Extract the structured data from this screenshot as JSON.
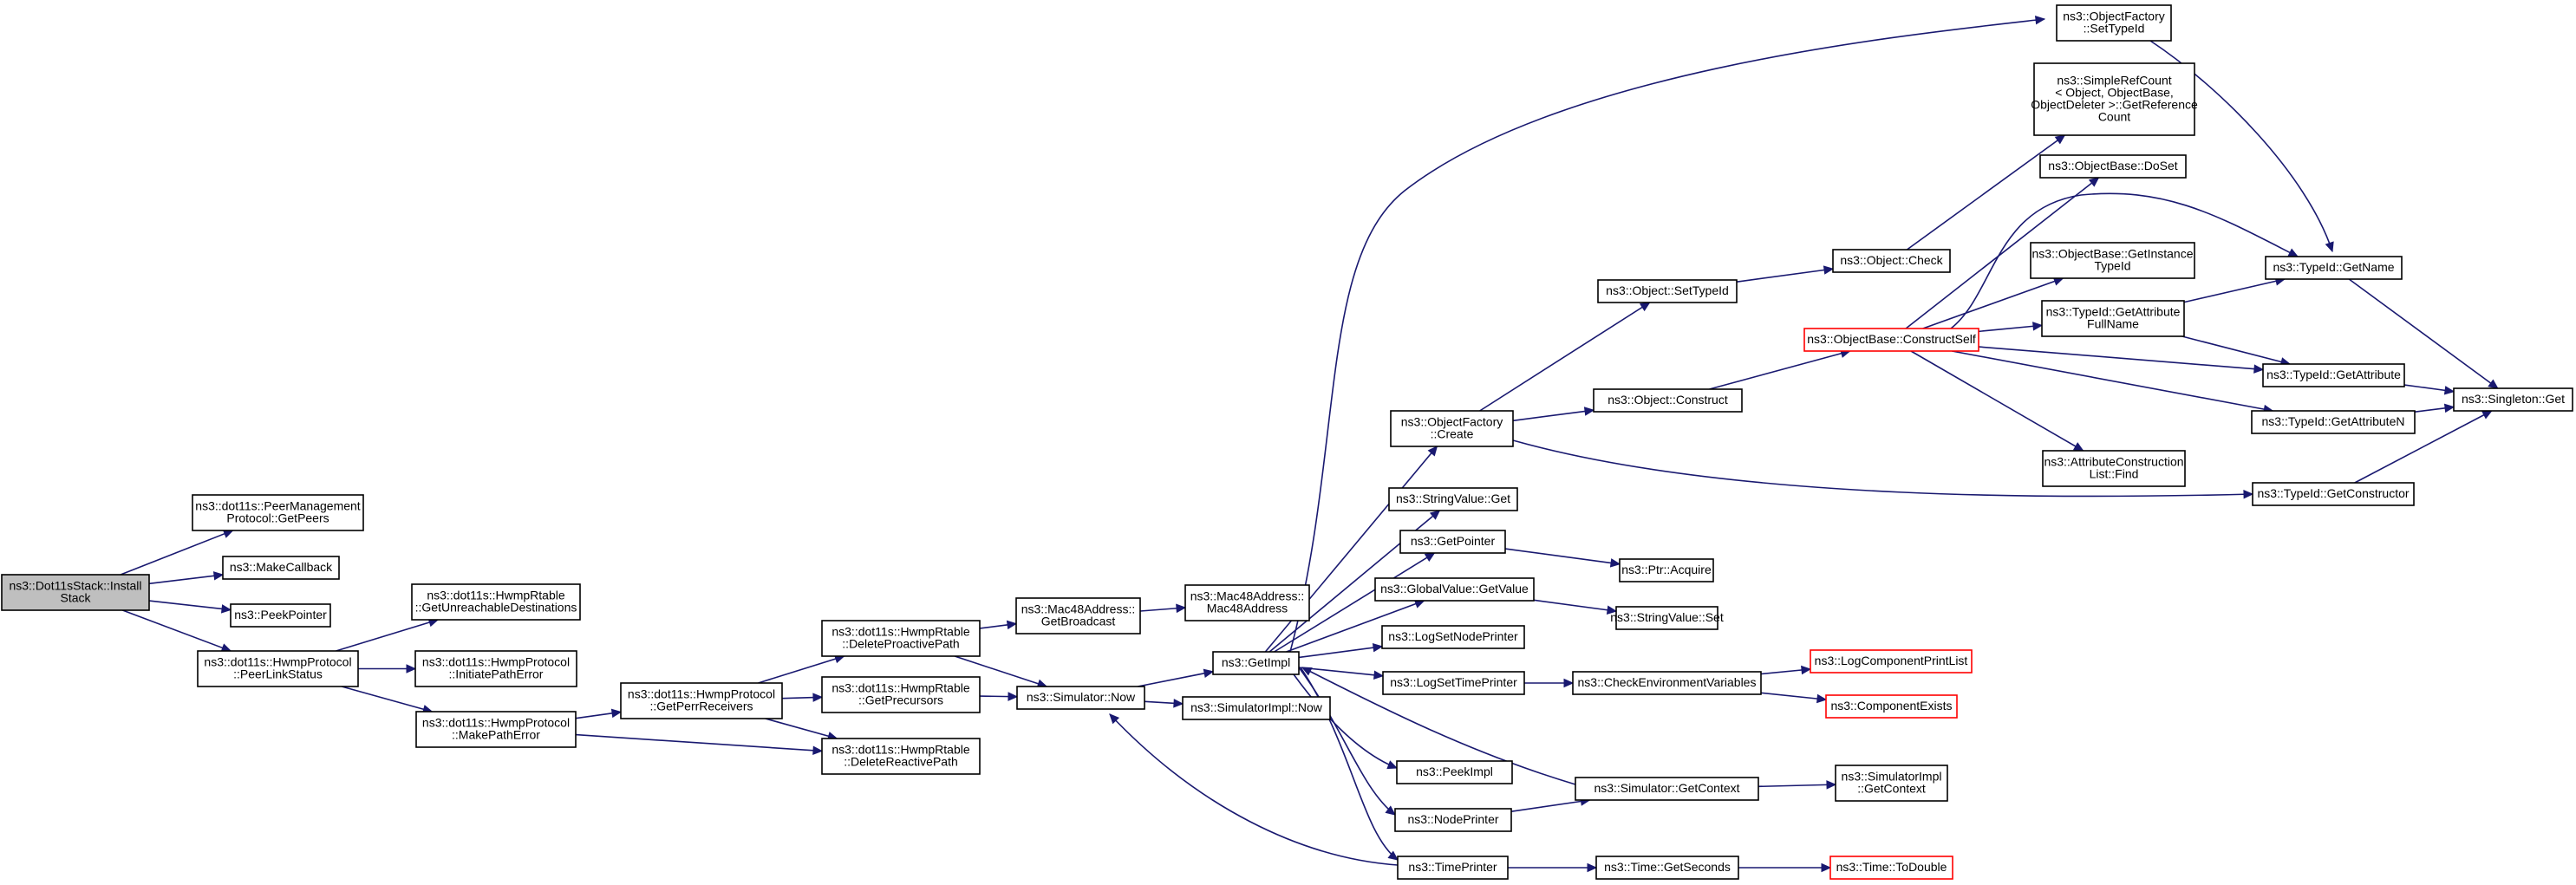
{
  "diagram": {
    "type": "call-graph",
    "colors": {
      "edge": "#191970",
      "node_border": "#000000",
      "root_fill": "#bfbfbf",
      "truncated_border": "#ff0000"
    },
    "nodes": [
      {
        "id": "root",
        "lines": [
          "ns3::Dot11sStack::Install",
          "Stack"
        ],
        "style": "root"
      },
      {
        "id": "getpeers",
        "lines": [
          "ns3::dot11s::PeerManagement",
          "Protocol::GetPeers"
        ]
      },
      {
        "id": "makecallback",
        "lines": [
          "ns3::MakeCallback"
        ]
      },
      {
        "id": "peekpointer",
        "lines": [
          "ns3::PeekPointer"
        ]
      },
      {
        "id": "peerlinkstatus",
        "lines": [
          "ns3::dot11s::HwmpProtocol",
          "::PeerLinkStatus"
        ]
      },
      {
        "id": "getunreach",
        "lines": [
          "ns3::dot11s::HwmpRtable",
          "::GetUnreachableDestinations"
        ]
      },
      {
        "id": "initpatherr",
        "lines": [
          "ns3::dot11s::HwmpProtocol",
          "::InitiatePathError"
        ]
      },
      {
        "id": "makepatherr",
        "lines": [
          "ns3::dot11s::HwmpProtocol",
          "::MakePathError"
        ]
      },
      {
        "id": "getperrrecv",
        "lines": [
          "ns3::dot11s::HwmpProtocol",
          "::GetPerrReceivers"
        ]
      },
      {
        "id": "delproactive",
        "lines": [
          "ns3::dot11s::HwmpRtable",
          "::DeleteProactivePath"
        ]
      },
      {
        "id": "getprecursors",
        "lines": [
          "ns3::dot11s::HwmpRtable",
          "::GetPrecursors"
        ]
      },
      {
        "id": "delreactive",
        "lines": [
          "ns3::dot11s::HwmpRtable",
          "::DeleteReactivePath"
        ]
      },
      {
        "id": "getbroadcast",
        "lines": [
          "ns3::Mac48Address::",
          "GetBroadcast"
        ]
      },
      {
        "id": "mac48",
        "lines": [
          "ns3::Mac48Address::",
          "Mac48Address"
        ]
      },
      {
        "id": "simnow",
        "lines": [
          "ns3::Simulator::Now"
        ]
      },
      {
        "id": "getimpl",
        "lines": [
          "ns3::GetImpl"
        ]
      },
      {
        "id": "simimplnow",
        "lines": [
          "ns3::SimulatorImpl::Now"
        ]
      },
      {
        "id": "objfactcreate",
        "lines": [
          "ns3::ObjectFactory",
          "::Create"
        ]
      },
      {
        "id": "strvalget",
        "lines": [
          "ns3::StringValue::Get"
        ]
      },
      {
        "id": "getpointer",
        "lines": [
          "ns3::GetPointer"
        ]
      },
      {
        "id": "globalvalue",
        "lines": [
          "ns3::GlobalValue::GetValue"
        ]
      },
      {
        "id": "lognodeprinter",
        "lines": [
          "ns3::LogSetNodePrinter"
        ]
      },
      {
        "id": "logtimeprinter",
        "lines": [
          "ns3::LogSetTimePrinter"
        ]
      },
      {
        "id": "peekimpl",
        "lines": [
          "ns3::PeekImpl"
        ]
      },
      {
        "id": "nodeprinter",
        "lines": [
          "ns3::NodePrinter"
        ]
      },
      {
        "id": "timeprinter",
        "lines": [
          "ns3::TimePrinter"
        ]
      },
      {
        "id": "objsettypeid",
        "lines": [
          "ns3::Object::SetTypeId"
        ]
      },
      {
        "id": "objconstruct",
        "lines": [
          "ns3::Object::Construct"
        ]
      },
      {
        "id": "ptracquire",
        "lines": [
          "ns3::Ptr::Acquire"
        ]
      },
      {
        "id": "strvalset",
        "lines": [
          "ns3::StringValue::Set"
        ]
      },
      {
        "id": "checkenv",
        "lines": [
          "ns3::CheckEnvironmentVariables"
        ]
      },
      {
        "id": "simgetctx",
        "lines": [
          "ns3::Simulator::GetContext"
        ]
      },
      {
        "id": "timegetsec",
        "lines": [
          "ns3::Time::GetSeconds"
        ]
      },
      {
        "id": "objcheck",
        "lines": [
          "ns3::Object::Check"
        ]
      },
      {
        "id": "constructself",
        "lines": [
          "ns3::ObjectBase::ConstructSelf"
        ],
        "style": "red"
      },
      {
        "id": "logcomplist",
        "lines": [
          "ns3::LogComponentPrintList"
        ],
        "style": "red"
      },
      {
        "id": "compexists",
        "lines": [
          "ns3::ComponentExists"
        ],
        "style": "red"
      },
      {
        "id": "simimplgetctx",
        "lines": [
          "ns3::SimulatorImpl",
          "::GetContext"
        ]
      },
      {
        "id": "todouble",
        "lines": [
          "ns3::Time::ToDouble"
        ],
        "style": "red"
      },
      {
        "id": "ofsettypeid",
        "lines": [
          "ns3::ObjectFactory",
          "::SetTypeId"
        ]
      },
      {
        "id": "simplerefcount",
        "lines": [
          "ns3::SimpleRefCount",
          "< Object, ObjectBase,",
          "ObjectDeleter >::GetReference",
          "Count"
        ]
      },
      {
        "id": "doset",
        "lines": [
          "ns3::ObjectBase::DoSet"
        ]
      },
      {
        "id": "getinsttypeid",
        "lines": [
          "ns3::ObjectBase::GetInstance",
          "TypeId"
        ]
      },
      {
        "id": "getattrfull",
        "lines": [
          "ns3::TypeId::GetAttribute",
          "FullName"
        ]
      },
      {
        "id": "attrconstrlist",
        "lines": [
          "ns3::AttributeConstruction",
          "List::Find"
        ]
      },
      {
        "id": "tidgetname",
        "lines": [
          "ns3::TypeId::GetName"
        ]
      },
      {
        "id": "tidgetattr",
        "lines": [
          "ns3::TypeId::GetAttribute"
        ]
      },
      {
        "id": "tidgetattrn",
        "lines": [
          "ns3::TypeId::GetAttributeN"
        ]
      },
      {
        "id": "tidgetconstr",
        "lines": [
          "ns3::TypeId::GetConstructor"
        ]
      },
      {
        "id": "singleton",
        "lines": [
          "ns3::Singleton::Get"
        ]
      }
    ],
    "edges": [
      [
        "root",
        "getpeers"
      ],
      [
        "root",
        "makecallback"
      ],
      [
        "root",
        "peekpointer"
      ],
      [
        "root",
        "peerlinkstatus"
      ],
      [
        "peerlinkstatus",
        "getunreach"
      ],
      [
        "peerlinkstatus",
        "initpatherr"
      ],
      [
        "peerlinkstatus",
        "makepatherr"
      ],
      [
        "makepatherr",
        "getperrrecv"
      ],
      [
        "makepatherr",
        "delreactive"
      ],
      [
        "getperrrecv",
        "delproactive"
      ],
      [
        "getperrrecv",
        "getprecursors"
      ],
      [
        "getperrrecv",
        "delreactive"
      ],
      [
        "delproactive",
        "getbroadcast"
      ],
      [
        "delproactive",
        "simnow"
      ],
      [
        "getprecursors",
        "simnow"
      ],
      [
        "getbroadcast",
        "mac48"
      ],
      [
        "simnow",
        "getimpl"
      ],
      [
        "simnow",
        "simimplnow"
      ],
      [
        "getimpl",
        "objfactcreate"
      ],
      [
        "getimpl",
        "strvalget"
      ],
      [
        "getimpl",
        "getpointer"
      ],
      [
        "getimpl",
        "globalvalue"
      ],
      [
        "getimpl",
        "lognodeprinter"
      ],
      [
        "getimpl",
        "logtimeprinter"
      ],
      [
        "getimpl",
        "peekimpl"
      ],
      [
        "getimpl",
        "nodeprinter"
      ],
      [
        "getimpl",
        "timeprinter"
      ],
      [
        "getimpl",
        "ofsettypeid"
      ],
      [
        "objfactcreate",
        "objsettypeid"
      ],
      [
        "objfactcreate",
        "objconstruct"
      ],
      [
        "objfactcreate",
        "tidgetconstr"
      ],
      [
        "getpointer",
        "ptracquire"
      ],
      [
        "globalvalue",
        "strvalset"
      ],
      [
        "logtimeprinter",
        "checkenv"
      ],
      [
        "checkenv",
        "logcomplist"
      ],
      [
        "checkenv",
        "compexists"
      ],
      [
        "nodeprinter",
        "simgetctx"
      ],
      [
        "simgetctx",
        "getimpl"
      ],
      [
        "simgetctx",
        "simimplgetctx"
      ],
      [
        "timeprinter",
        "simnow"
      ],
      [
        "timeprinter",
        "timegetsec"
      ],
      [
        "timegetsec",
        "todouble"
      ],
      [
        "objsettypeid",
        "objcheck"
      ],
      [
        "objcheck",
        "simplerefcount"
      ],
      [
        "objconstruct",
        "constructself"
      ],
      [
        "constructself",
        "doset"
      ],
      [
        "constructself",
        "getinsttypeid"
      ],
      [
        "constructself",
        "getattrfull"
      ],
      [
        "constructself",
        "attrconstrlist"
      ],
      [
        "constructself",
        "tidgetname"
      ],
      [
        "constructself",
        "tidgetattr"
      ],
      [
        "constructself",
        "tidgetattrn"
      ],
      [
        "ofsettypeid",
        "tidgetname"
      ],
      [
        "getattrfull",
        "tidgetname"
      ],
      [
        "getattrfull",
        "tidgetattr"
      ],
      [
        "tidgetname",
        "singleton"
      ],
      [
        "tidgetattr",
        "singleton"
      ],
      [
        "tidgetattrn",
        "singleton"
      ],
      [
        "tidgetconstr",
        "singleton"
      ]
    ]
  }
}
